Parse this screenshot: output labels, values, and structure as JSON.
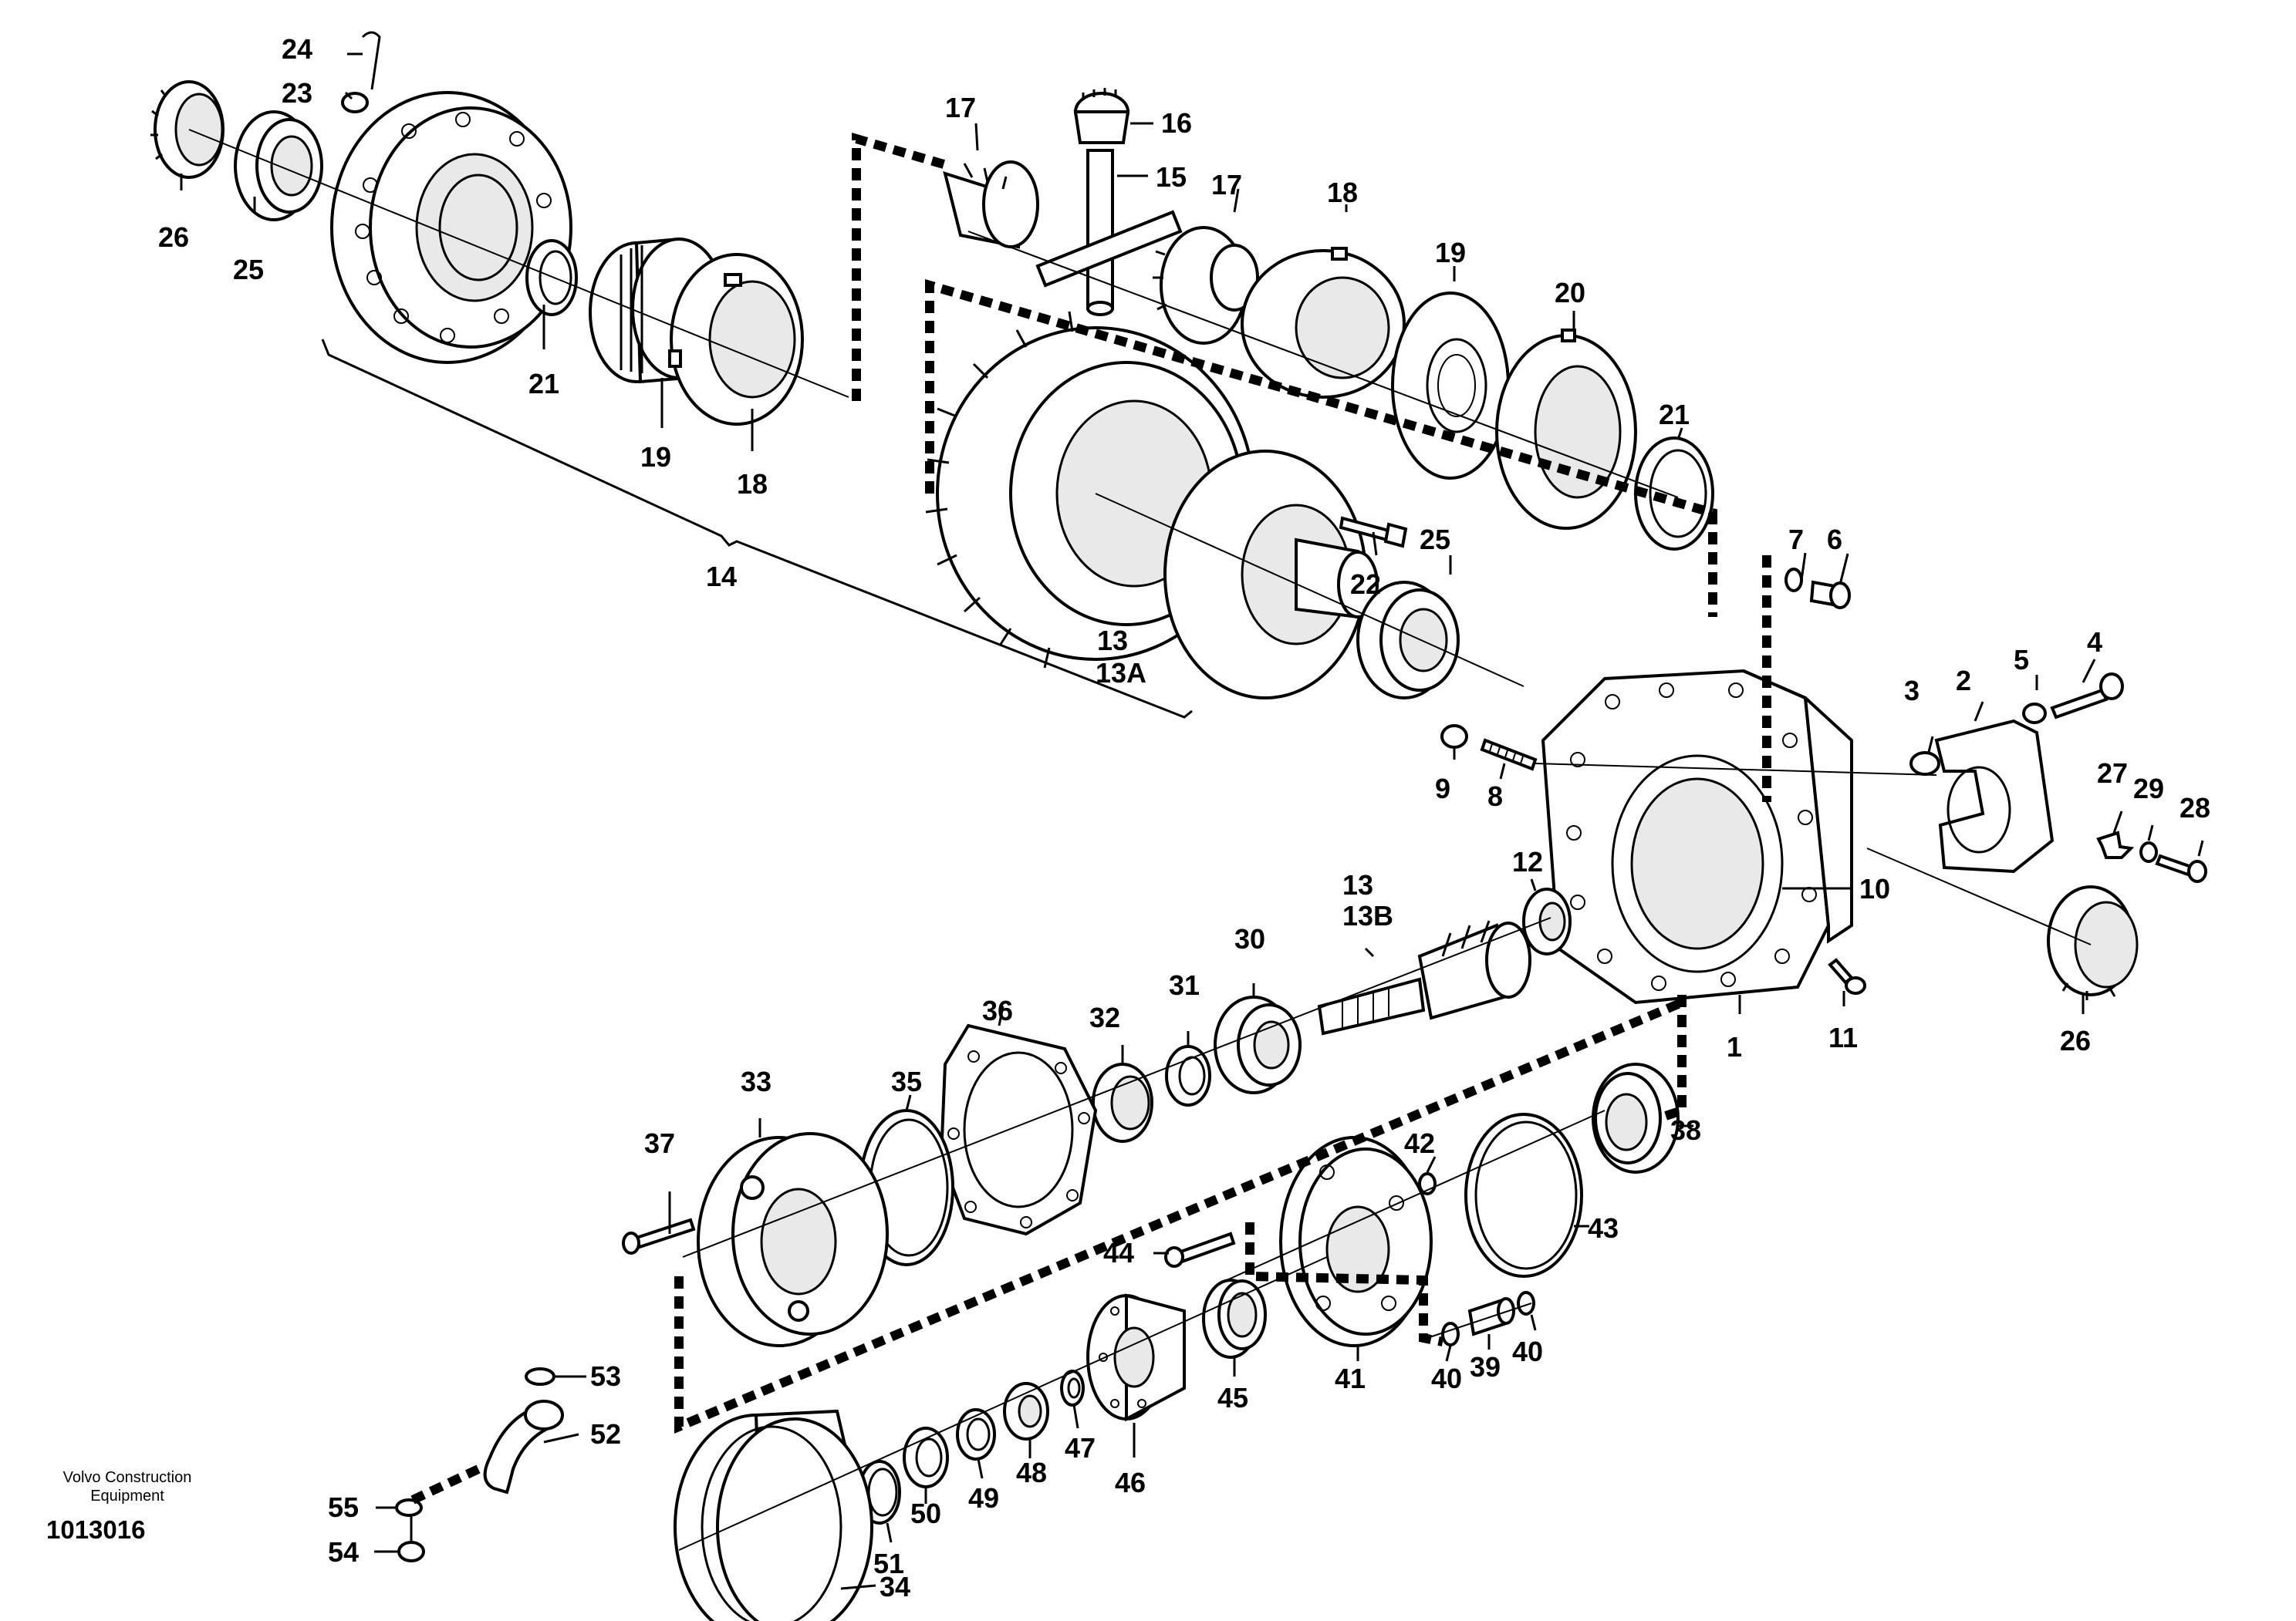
{
  "footer": {
    "brand_line1": "Volvo Construction",
    "brand_line2": "Equipment",
    "drawing_number": "1013016"
  },
  "labels": {
    "p1": "1",
    "p2": "2",
    "p3": "3",
    "p4": "4",
    "p5": "5",
    "p6": "6",
    "p7": "7",
    "p8": "8",
    "p9": "9",
    "p10": "10",
    "p11": "11",
    "p12": "12",
    "p13a": "13",
    "p13b": "13A",
    "p13c": "13",
    "p13d": "13B",
    "p14": "14",
    "p15": "15",
    "p16": "16",
    "p17a": "17",
    "p17b": "17",
    "p18a": "18",
    "p18b": "18",
    "p19a": "19",
    "p19b": "19",
    "p20": "20",
    "p21a": "21",
    "p21b": "21",
    "p22": "22",
    "p23": "23",
    "p24": "24",
    "p25a": "25",
    "p25b": "25",
    "p26a": "26",
    "p26b": "26",
    "p27": "27",
    "p28": "28",
    "p29": "29",
    "p30": "30",
    "p31": "31",
    "p32": "32",
    "p33": "33",
    "p34": "34",
    "p35": "35",
    "p36": "36",
    "p37": "37",
    "p38": "38",
    "p39": "39",
    "p40a": "40",
    "p40b": "40",
    "p41": "41",
    "p42": "42",
    "p43": "43",
    "p44": "44",
    "p45": "45",
    "p46": "46",
    "p47": "47",
    "p48": "48",
    "p49": "49",
    "p50": "50",
    "p51": "51",
    "p52": "52",
    "p53": "53",
    "p54": "54",
    "p55": "55"
  }
}
